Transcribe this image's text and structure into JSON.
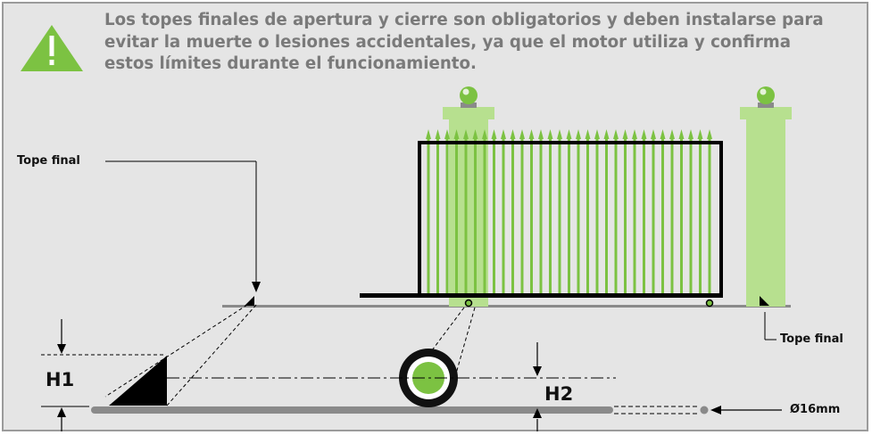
{
  "warning": {
    "icon": "warning-triangle-icon",
    "text": "Los topes finales de apertura y cierre son obligatorios y deben instalarse para evitar la muerte o lesiones accidentales, ya que el motor utiliza y confirma estos límites durante el funcionamiento."
  },
  "labels": {
    "end_stop_left": "Tope final",
    "end_stop_right": "Tope final",
    "h1": "H1",
    "h2": "H2",
    "diameter": "Ø16mm"
  },
  "colors": {
    "background": "#e5e5e5",
    "border": "#9b9b9b",
    "accent_green": "#7cc242",
    "post_green": "#b7e08f",
    "text_gray": "#7a7a7a",
    "black": "#111111"
  }
}
